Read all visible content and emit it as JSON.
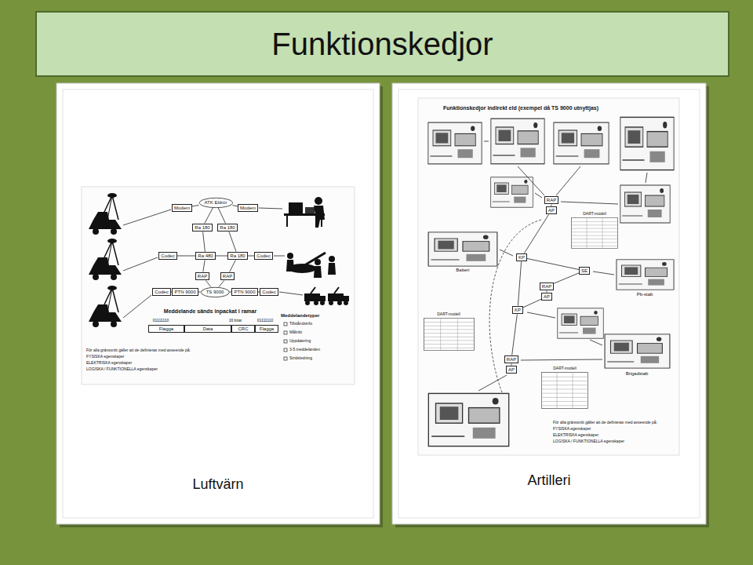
{
  "diagram": {
    "title": "Funktionskedjor",
    "nodes": [
      {
        "text": [
          "Luftvärn"
        ]
      },
      {
        "text": [
          "ATK Eldrör"
        ],
        "in": 0
      },
      {
        "text": [
          "Modem"
        ],
        "in": 0
      },
      {
        "text": [
          "Modem"
        ],
        "in": 0
      },
      {
        "text": [
          "Ra 180"
        ],
        "in": 0
      },
      {
        "text": [
          "Ra 180"
        ],
        "in": 0
      },
      {
        "text": [
          "Codec"
        ],
        "in": 0
      },
      {
        "text": [
          "Ra 480"
        ],
        "in": 0
      },
      {
        "text": [
          "Ra 180"
        ],
        "in": 0
      },
      {
        "text": [
          "Codec"
        ],
        "in": 0
      },
      {
        "text": [
          "RAP"
        ],
        "in": 0
      },
      {
        "text": [
          "RAP"
        ],
        "in": 0
      },
      {
        "text": [
          "Codec"
        ],
        "in": 0
      },
      {
        "text": [
          "PTN 9000"
        ],
        "in": 0
      },
      {
        "text": [
          "TS 9000"
        ],
        "in": 0
      },
      {
        "text": [
          "PTN 9000"
        ],
        "in": 0
      },
      {
        "text": [
          "Codec"
        ],
        "in": 0
      },
      {
        "text": [
          "Flagga"
        ],
        "in": 0
      },
      {
        "text": [
          "Data"
        ],
        "in": 0
      },
      {
        "text": [
          "CRC"
        ],
        "in": 0
      },
      {
        "text": [
          "Flagga"
        ],
        "in": 0
      },
      {
        "text": [
          "Artilleri"
        ]
      },
      {
        "text": [
          "RAP"
        ],
        "in": 21
      },
      {
        "text": [
          "AP"
        ],
        "in": 21
      },
      {
        "text": [
          "KP"
        ],
        "in": 21
      },
      {
        "text": [
          "SE"
        ],
        "in": 21
      },
      {
        "text": [
          "RAP"
        ],
        "in": 21
      },
      {
        "text": [
          "AP"
        ],
        "in": 21
      },
      {
        "text": [
          "KP"
        ],
        "in": 21
      },
      {
        "text": [
          "RAP"
        ],
        "in": 21
      },
      {
        "text": [
          "AP"
        ],
        "in": 21
      }
    ],
    "edges": [
      {
        "from": 1,
        "to": 2,
        "arrow": "none"
      },
      {
        "from": 1,
        "to": 3,
        "arrow": "none"
      },
      {
        "from": 1,
        "to": 4,
        "arrow": "none"
      },
      {
        "from": 1,
        "to": 5,
        "arrow": "none"
      },
      {
        "from": 4,
        "to": 7,
        "arrow": "none"
      },
      {
        "from": 5,
        "to": 8,
        "arrow": "none"
      },
      {
        "from": 6,
        "to": 7,
        "arrow": "none"
      },
      {
        "from": 7,
        "to": 8,
        "arrow": "none"
      },
      {
        "from": 8,
        "to": 9,
        "arrow": "none"
      },
      {
        "from": 7,
        "to": 10,
        "arrow": "none"
      },
      {
        "from": 8,
        "to": 11,
        "arrow": "none"
      },
      {
        "from": 10,
        "to": 14,
        "arrow": "none"
      },
      {
        "from": 11,
        "to": 14,
        "arrow": "none"
      },
      {
        "from": 12,
        "to": 13,
        "arrow": "none"
      },
      {
        "from": 13,
        "to": 14,
        "arrow": "none"
      },
      {
        "from": 14,
        "to": 15,
        "arrow": "none"
      },
      {
        "from": 15,
        "to": 16,
        "arrow": "none"
      },
      {
        "from": 22,
        "to": 23,
        "arrow": "none"
      },
      {
        "from": 23,
        "to": 24,
        "arrow": "none"
      },
      {
        "from": 24,
        "to": 25,
        "arrow": "none"
      },
      {
        "from": 25,
        "to": 26,
        "arrow": "none"
      },
      {
        "from": 26,
        "to": 27,
        "arrow": "none"
      },
      {
        "from": 27,
        "to": 28,
        "arrow": "none"
      },
      {
        "from": 24,
        "to": 28,
        "arrow": "none"
      },
      {
        "from": 28,
        "to": 29,
        "arrow": "none"
      },
      {
        "from": 29,
        "to": 30,
        "arrow": "none"
      }
    ],
    "labels": [
      "Meddelande sänds inpackat i ramar",
      "01111110",
      "16 bitar",
      "01111110",
      "Meddelandetyper",
      "Tillståndsinfo",
      "Målinfo",
      "Uppdatering",
      "3-5 meddelanden",
      "Stridsledning",
      "För alla gränssnitt gäller att de definieras med avseende på:",
      "FYSISKA egenskaper",
      "ELEKTRISKA egenskaper",
      "LOGISKA / FUNKTIONELLA egenskaper",
      "Funktionskedjor indirekt eld (exempel då TS 9000 utnyttjas)",
      "Batteri",
      "Pb-stab",
      "Brigadstab",
      "DART-modell",
      "DART-modell",
      "DART-modell",
      "För alla gränssnitt gäller att de definieras med avseende på:",
      "FYSISKA egenskaper",
      "ELEKTRISKA egenskaper",
      "LOGISKA / FUNKTIONELLA egenskaper"
    ]
  }
}
